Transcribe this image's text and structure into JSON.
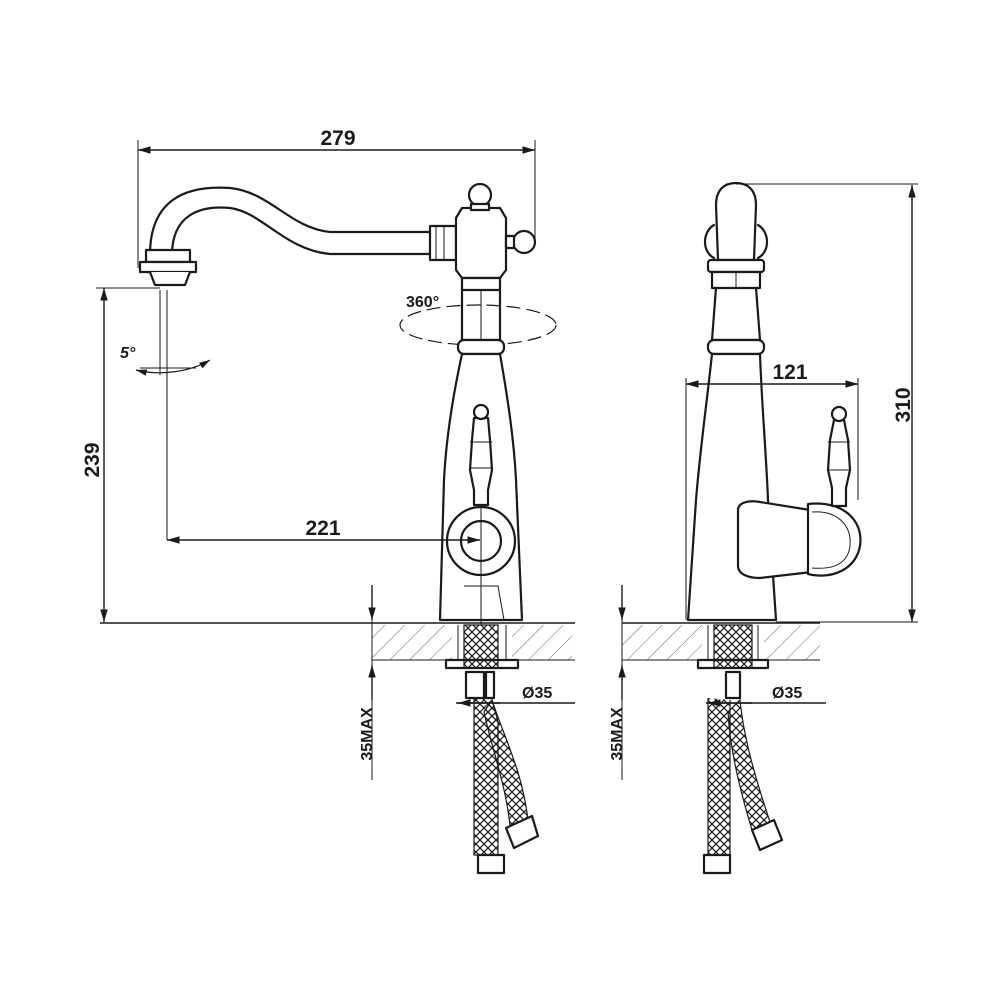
{
  "dimensions": {
    "overall_width": "279",
    "height_to_outlet": "239",
    "spout_reach": "221",
    "spout_angle": "5°",
    "rotation": "360°",
    "deck_thickness_left": "35MAX",
    "hole_diameter_left": "Ø35",
    "overall_height": "310",
    "handle_offset": "121",
    "deck_thickness_right": "35MAX",
    "hole_diameter_right": "Ø35"
  }
}
